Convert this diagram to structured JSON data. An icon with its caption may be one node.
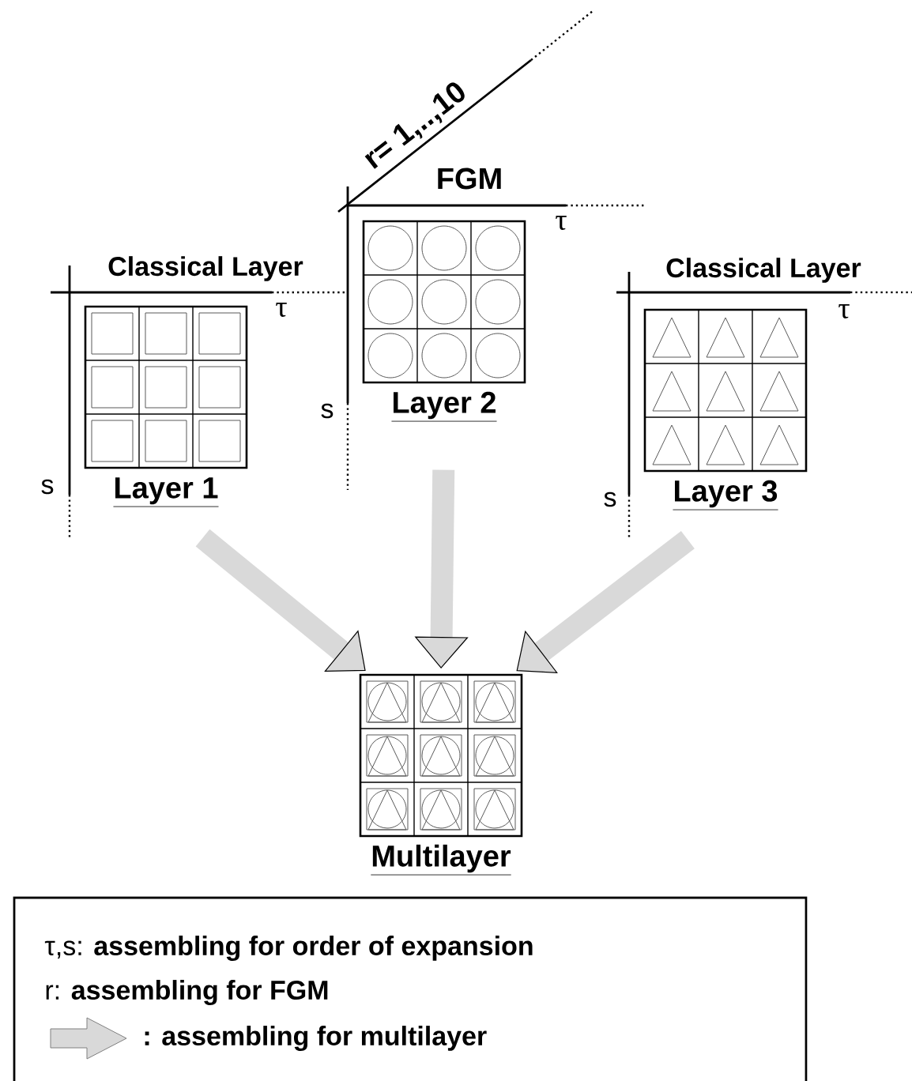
{
  "diagram": {
    "nodes": [
      {
        "text": [
          "Layer 1"
        ]
      },
      {
        "text": [
          "Layer 2"
        ]
      },
      {
        "text": [
          "Layer 3"
        ]
      },
      {
        "text": [
          "Multilayer"
        ]
      }
    ],
    "edges": [
      {
        "from": 0,
        "to": 3,
        "arrow": "to"
      },
      {
        "from": 1,
        "to": 3,
        "arrow": "to"
      },
      {
        "from": 2,
        "to": 3,
        "arrow": "to"
      }
    ],
    "labels": [
      "r= 1,..,10",
      "FGM",
      "Classical Layer",
      "τ",
      "τ",
      "Classical Layer",
      "τ",
      "s",
      "s",
      "s"
    ],
    "legend": [
      {
        "text": "τ,s: **assembling for order of expansion**"
      },
      {
        "text": "r: **assembling for FGM**"
      },
      {
        "text": ": assembling for multilayer"
      }
    ]
  }
}
